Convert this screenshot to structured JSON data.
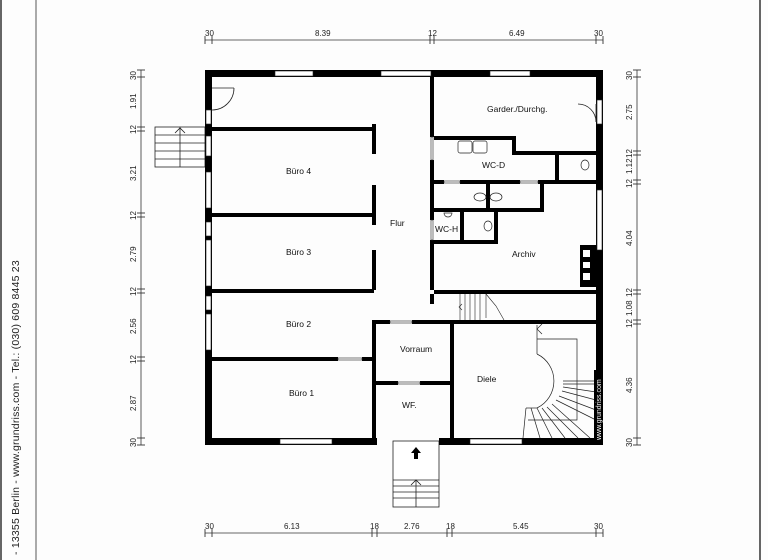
{
  "side_text": "- 13355 Berlin   -   www.grundriss.com   -   Tel.: (030) 609 8445 23",
  "watermark": "www.grundriss.com",
  "dimensions": {
    "top": [
      "30",
      "8.39",
      "12",
      "6.49",
      "30"
    ],
    "bottom": [
      "30",
      "6.13",
      "18",
      "2.76",
      "18",
      "5.45",
      "30"
    ],
    "left": [
      "30",
      "1.91",
      "12",
      "3.21",
      "12",
      "2.79",
      "12",
      "2.56",
      "12",
      "2.87",
      "30"
    ],
    "right": [
      "30",
      "2.75",
      "12",
      "1.12",
      "12",
      "4.04",
      "12",
      "1.08",
      "12",
      "4.36",
      "30"
    ]
  },
  "rooms": {
    "buero4": "Büro 4",
    "buero3": "Büro 3",
    "buero2": "Büro 2",
    "buero1": "Büro 1",
    "flur": "Flur",
    "garderobe": "Garder./Durchg.",
    "wcd": "WC-D",
    "wch": "WC-H",
    "archiv": "Archiv",
    "vorraum": "Vorraum",
    "wf": "WF.",
    "diele": "Diele"
  },
  "colors": {
    "wall": "#000000",
    "line": "#222222",
    "background": "#fdfdfd"
  }
}
